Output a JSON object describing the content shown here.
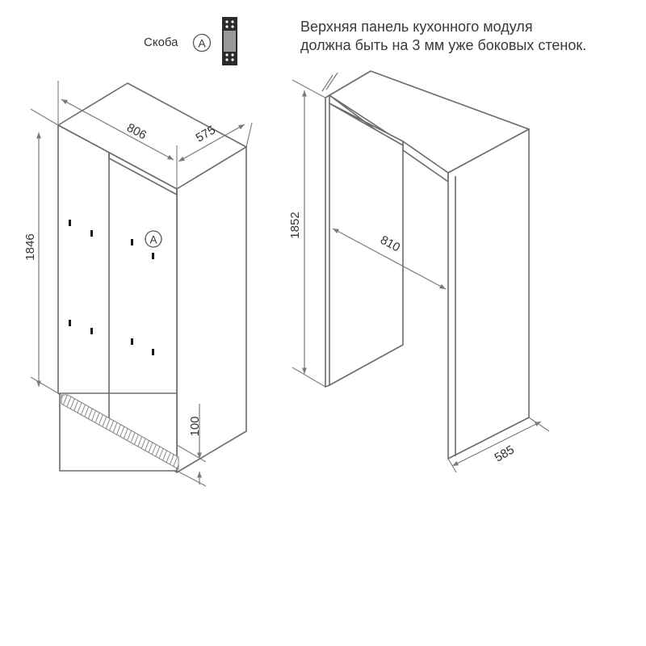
{
  "note": {
    "line1": "Верхняя панель кухонного модуля",
    "line2": "должна быть на 3 мм уже боковых стенок."
  },
  "legend": {
    "label": "Скоба",
    "marker": "A"
  },
  "fridge": {
    "width": "806",
    "depth": "575",
    "height": "1846",
    "plinth": "100",
    "bracket_marker": "A"
  },
  "niche": {
    "height": "1852",
    "width": "810",
    "depth": "585"
  },
  "colors": {
    "line": "#6b6b6b",
    "text": "#333333",
    "bracket": "#1a1a1a"
  }
}
